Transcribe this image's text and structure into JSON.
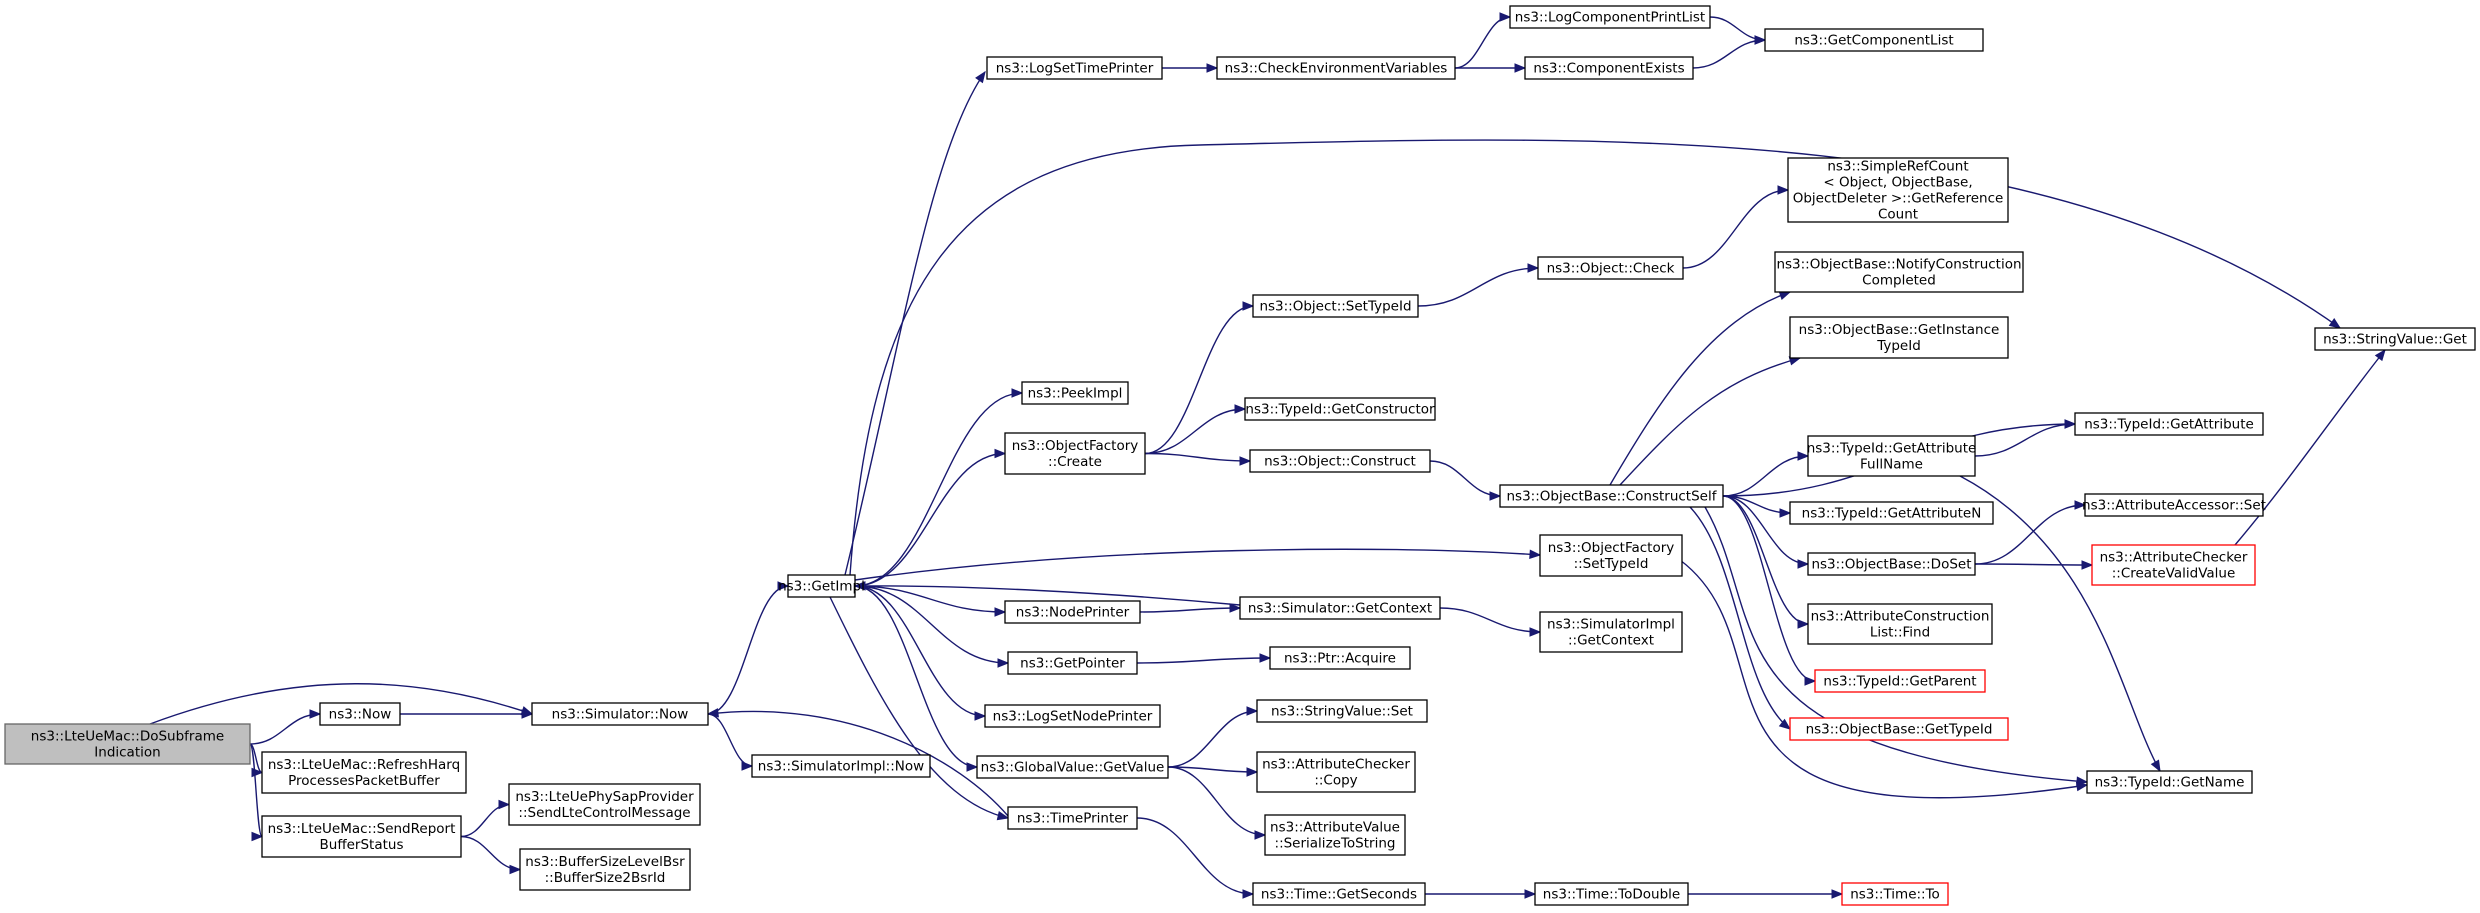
{
  "graph": {
    "nodes": [
      {
        "id": "root",
        "lines": [
          "ns3::LteUeMac::DoSubframe",
          "Indication"
        ]
      },
      {
        "id": "now",
        "lines": [
          "ns3::Now"
        ]
      },
      {
        "id": "simnow",
        "lines": [
          "ns3::Simulator::Now"
        ]
      },
      {
        "id": "simimplnow",
        "lines": [
          "ns3::SimulatorImpl::Now"
        ]
      },
      {
        "id": "refresh",
        "lines": [
          "ns3::LteUeMac::RefreshHarq",
          "ProcessesPacketBuffer"
        ]
      },
      {
        "id": "sendreport",
        "lines": [
          "ns3::LteUeMac::SendReport",
          "BufferStatus"
        ]
      },
      {
        "id": "sendlte",
        "lines": [
          "ns3::LteUePhySapProvider",
          "::SendLteControlMessage"
        ]
      },
      {
        "id": "bsr",
        "lines": [
          "ns3::BufferSizeLevelBsr",
          "::BufferSize2BsrId"
        ]
      },
      {
        "id": "getimpl",
        "lines": [
          "ns3::GetImpl"
        ]
      },
      {
        "id": "logsettime",
        "lines": [
          "ns3::LogSetTimePrinter"
        ]
      },
      {
        "id": "checkenv",
        "lines": [
          "ns3::CheckEnvironmentVariables"
        ]
      },
      {
        "id": "logcomplist",
        "lines": [
          "ns3::LogComponentPrintList"
        ]
      },
      {
        "id": "compexists",
        "lines": [
          "ns3::ComponentExists"
        ]
      },
      {
        "id": "getcomplist",
        "lines": [
          "ns3::GetComponentList"
        ]
      },
      {
        "id": "peekimpl",
        "lines": [
          "ns3::PeekImpl"
        ]
      },
      {
        "id": "objfactcreate",
        "lines": [
          "ns3::ObjectFactory",
          "::Create"
        ]
      },
      {
        "id": "objsettypeid",
        "lines": [
          "ns3::Object::SetTypeId"
        ]
      },
      {
        "id": "objcheck",
        "lines": [
          "ns3::Object::Check"
        ]
      },
      {
        "id": "refcount",
        "lines": [
          "ns3::SimpleRefCount",
          "< Object, ObjectBase,",
          "ObjectDeleter >::GetReference",
          "Count"
        ]
      },
      {
        "id": "typeidgetctor",
        "lines": [
          "ns3::TypeId::GetConstructor"
        ]
      },
      {
        "id": "objconstruct",
        "lines": [
          "ns3::Object::Construct"
        ]
      },
      {
        "id": "constructself",
        "lines": [
          "ns3::ObjectBase::ConstructSelf"
        ]
      },
      {
        "id": "notifyconstr",
        "lines": [
          "ns3::ObjectBase::NotifyConstruction",
          "Completed"
        ]
      },
      {
        "id": "getinstance",
        "lines": [
          "ns3::ObjectBase::GetInstance",
          "TypeId"
        ]
      },
      {
        "id": "getattrfull",
        "lines": [
          "ns3::TypeId::GetAttribute",
          "FullName"
        ]
      },
      {
        "id": "getattribute",
        "lines": [
          "ns3::TypeId::GetAttribute"
        ]
      },
      {
        "id": "getattributen",
        "lines": [
          "ns3::TypeId::GetAttributeN"
        ]
      },
      {
        "id": "doset",
        "lines": [
          "ns3::ObjectBase::DoSet"
        ]
      },
      {
        "id": "accessorset",
        "lines": [
          "ns3::AttributeAccessor::Set"
        ]
      },
      {
        "id": "createvalid",
        "lines": [
          "ns3::AttributeChecker",
          "::CreateValidValue"
        ],
        "red": true
      },
      {
        "id": "stringvalget",
        "lines": [
          "ns3::StringValue::Get"
        ]
      },
      {
        "id": "attrconstrfind",
        "lines": [
          "ns3::AttributeConstruction",
          "List::Find"
        ]
      },
      {
        "id": "getparent",
        "lines": [
          "ns3::TypeId::GetParent"
        ],
        "red": true
      },
      {
        "id": "objgettypeid",
        "lines": [
          "ns3::ObjectBase::GetTypeId"
        ],
        "red": true
      },
      {
        "id": "getname",
        "lines": [
          "ns3::TypeId::GetName"
        ]
      },
      {
        "id": "objfactsettypeid",
        "lines": [
          "ns3::ObjectFactory",
          "::SetTypeId"
        ]
      },
      {
        "id": "nodeprinter",
        "lines": [
          "ns3::NodePrinter"
        ]
      },
      {
        "id": "simgetcontext",
        "lines": [
          "ns3::Simulator::GetContext"
        ]
      },
      {
        "id": "simimplgetctx",
        "lines": [
          "ns3::SimulatorImpl",
          "::GetContext"
        ]
      },
      {
        "id": "getpointer",
        "lines": [
          "ns3::GetPointer"
        ]
      },
      {
        "id": "ptracquire",
        "lines": [
          "ns3::Ptr::Acquire"
        ]
      },
      {
        "id": "logsetnode",
        "lines": [
          "ns3::LogSetNodePrinter"
        ]
      },
      {
        "id": "globalgetvalue",
        "lines": [
          "ns3::GlobalValue::GetValue"
        ]
      },
      {
        "id": "stringvalset",
        "lines": [
          "ns3::StringValue::Set"
        ]
      },
      {
        "id": "checkercopy",
        "lines": [
          "ns3::AttributeChecker",
          "::Copy"
        ]
      },
      {
        "id": "serialize",
        "lines": [
          "ns3::AttributeValue",
          "::SerializeToString"
        ]
      },
      {
        "id": "timeprinter",
        "lines": [
          "ns3::TimePrinter"
        ]
      },
      {
        "id": "getseconds",
        "lines": [
          "ns3::Time::GetSeconds"
        ]
      },
      {
        "id": "todouble",
        "lines": [
          "ns3::Time::ToDouble"
        ]
      },
      {
        "id": "timeto",
        "lines": [
          "ns3::Time::To"
        ],
        "red": true
      }
    ],
    "edges": [
      [
        "root",
        "now"
      ],
      [
        "root",
        "simnow"
      ],
      [
        "root",
        "refresh"
      ],
      [
        "root",
        "sendreport"
      ],
      [
        "now",
        "simnow"
      ],
      [
        "simnow",
        "getimpl"
      ],
      [
        "simnow",
        "simimplnow"
      ],
      [
        "sendreport",
        "sendlte"
      ],
      [
        "sendreport",
        "bsr"
      ],
      [
        "getimpl",
        "logsettime"
      ],
      [
        "getimpl",
        "stringvalget"
      ],
      [
        "getimpl",
        "peekimpl"
      ],
      [
        "getimpl",
        "objfactcreate"
      ],
      [
        "getimpl",
        "objfactsettypeid"
      ],
      [
        "getimpl",
        "nodeprinter"
      ],
      [
        "getimpl",
        "getpointer"
      ],
      [
        "getimpl",
        "logsetnode"
      ],
      [
        "getimpl",
        "globalgetvalue"
      ],
      [
        "getimpl",
        "timeprinter"
      ],
      [
        "logsettime",
        "checkenv"
      ],
      [
        "checkenv",
        "logcomplist"
      ],
      [
        "checkenv",
        "compexists"
      ],
      [
        "logcomplist",
        "getcomplist"
      ],
      [
        "compexists",
        "getcomplist"
      ],
      [
        "objfactcreate",
        "objsettypeid"
      ],
      [
        "objfactcreate",
        "typeidgetctor"
      ],
      [
        "objfactcreate",
        "objconstruct"
      ],
      [
        "objsettypeid",
        "objcheck"
      ],
      [
        "objcheck",
        "refcount"
      ],
      [
        "objconstruct",
        "constructself"
      ],
      [
        "constructself",
        "notifyconstr"
      ],
      [
        "constructself",
        "getinstance"
      ],
      [
        "constructself",
        "getattribute"
      ],
      [
        "constructself",
        "getattrfull"
      ],
      [
        "constructself",
        "getattributen"
      ],
      [
        "constructself",
        "doset"
      ],
      [
        "constructself",
        "attrconstrfind"
      ],
      [
        "constructself",
        "getparent"
      ],
      [
        "constructself",
        "objgettypeid"
      ],
      [
        "constructself",
        "getname"
      ],
      [
        "getattrfull",
        "getattribute"
      ],
      [
        "getattrfull",
        "getname"
      ],
      [
        "doset",
        "accessorset"
      ],
      [
        "doset",
        "createvalid"
      ],
      [
        "createvalid",
        "stringvalget"
      ],
      [
        "objfactsettypeid",
        "getname"
      ],
      [
        "nodeprinter",
        "simgetcontext"
      ],
      [
        "simgetcontext",
        "getimpl"
      ],
      [
        "simgetcontext",
        "simimplgetctx"
      ],
      [
        "getpointer",
        "ptracquire"
      ],
      [
        "globalgetvalue",
        "stringvalset"
      ],
      [
        "globalgetvalue",
        "checkercopy"
      ],
      [
        "globalgetvalue",
        "serialize"
      ],
      [
        "timeprinter",
        "simnow"
      ],
      [
        "timeprinter",
        "getseconds"
      ],
      [
        "getseconds",
        "todouble"
      ],
      [
        "todouble",
        "timeto"
      ]
    ]
  }
}
